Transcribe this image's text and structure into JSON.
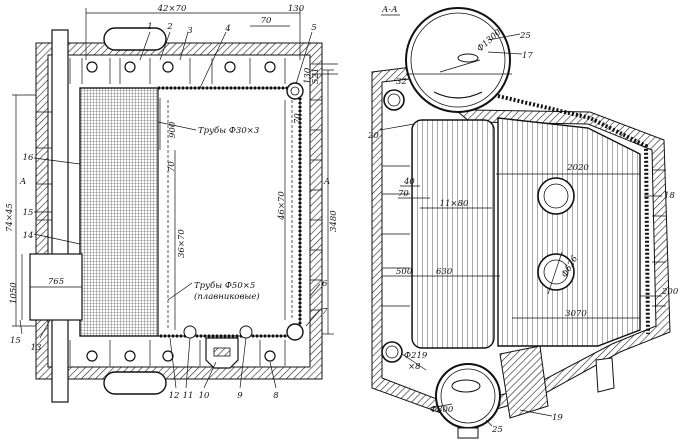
{
  "plan_view": {
    "dims": {
      "top_width": "42×70",
      "top_small": "70",
      "right_a": "130",
      "right_b": "521",
      "right_c": "130",
      "right_d": "70",
      "tubes_top": "900",
      "tubes_mid": "70",
      "left_span": "74×45",
      "left_mark": "A",
      "right_mark": "A",
      "height_total": "3480",
      "mid_col": "36×70",
      "right_col": "46×70",
      "door_h": "1050",
      "door_w": "765",
      "bottom_small": "15"
    },
    "notes": {
      "tubes_top_label": "Трубы Ф30×3",
      "tubes_bottom_label": "Трубы Ф50×5",
      "tubes_bottom_sub": "(плавниковые)"
    },
    "callouts": [
      "1",
      "2",
      "3",
      "4",
      "5",
      "6",
      "7",
      "8",
      "9",
      "10",
      "11",
      "12",
      "13",
      "14",
      "15",
      "16"
    ]
  },
  "section_view": {
    "title": "А-А",
    "dims": {
      "drum_top": "Ф1300",
      "d25": "25",
      "d17": "17",
      "d32": "32",
      "d20": "20",
      "d2020": "2020",
      "d18": "18",
      "d40": "40",
      "d70": "70",
      "d11x80": "11×80",
      "d500": "500",
      "d630": "630",
      "d626": "Ф626",
      "d200": "200",
      "d3070": "3070",
      "d219": "Ф219",
      "d219b": "×8",
      "d800": "Ф800",
      "d19": "19",
      "d25b": "25"
    }
  }
}
